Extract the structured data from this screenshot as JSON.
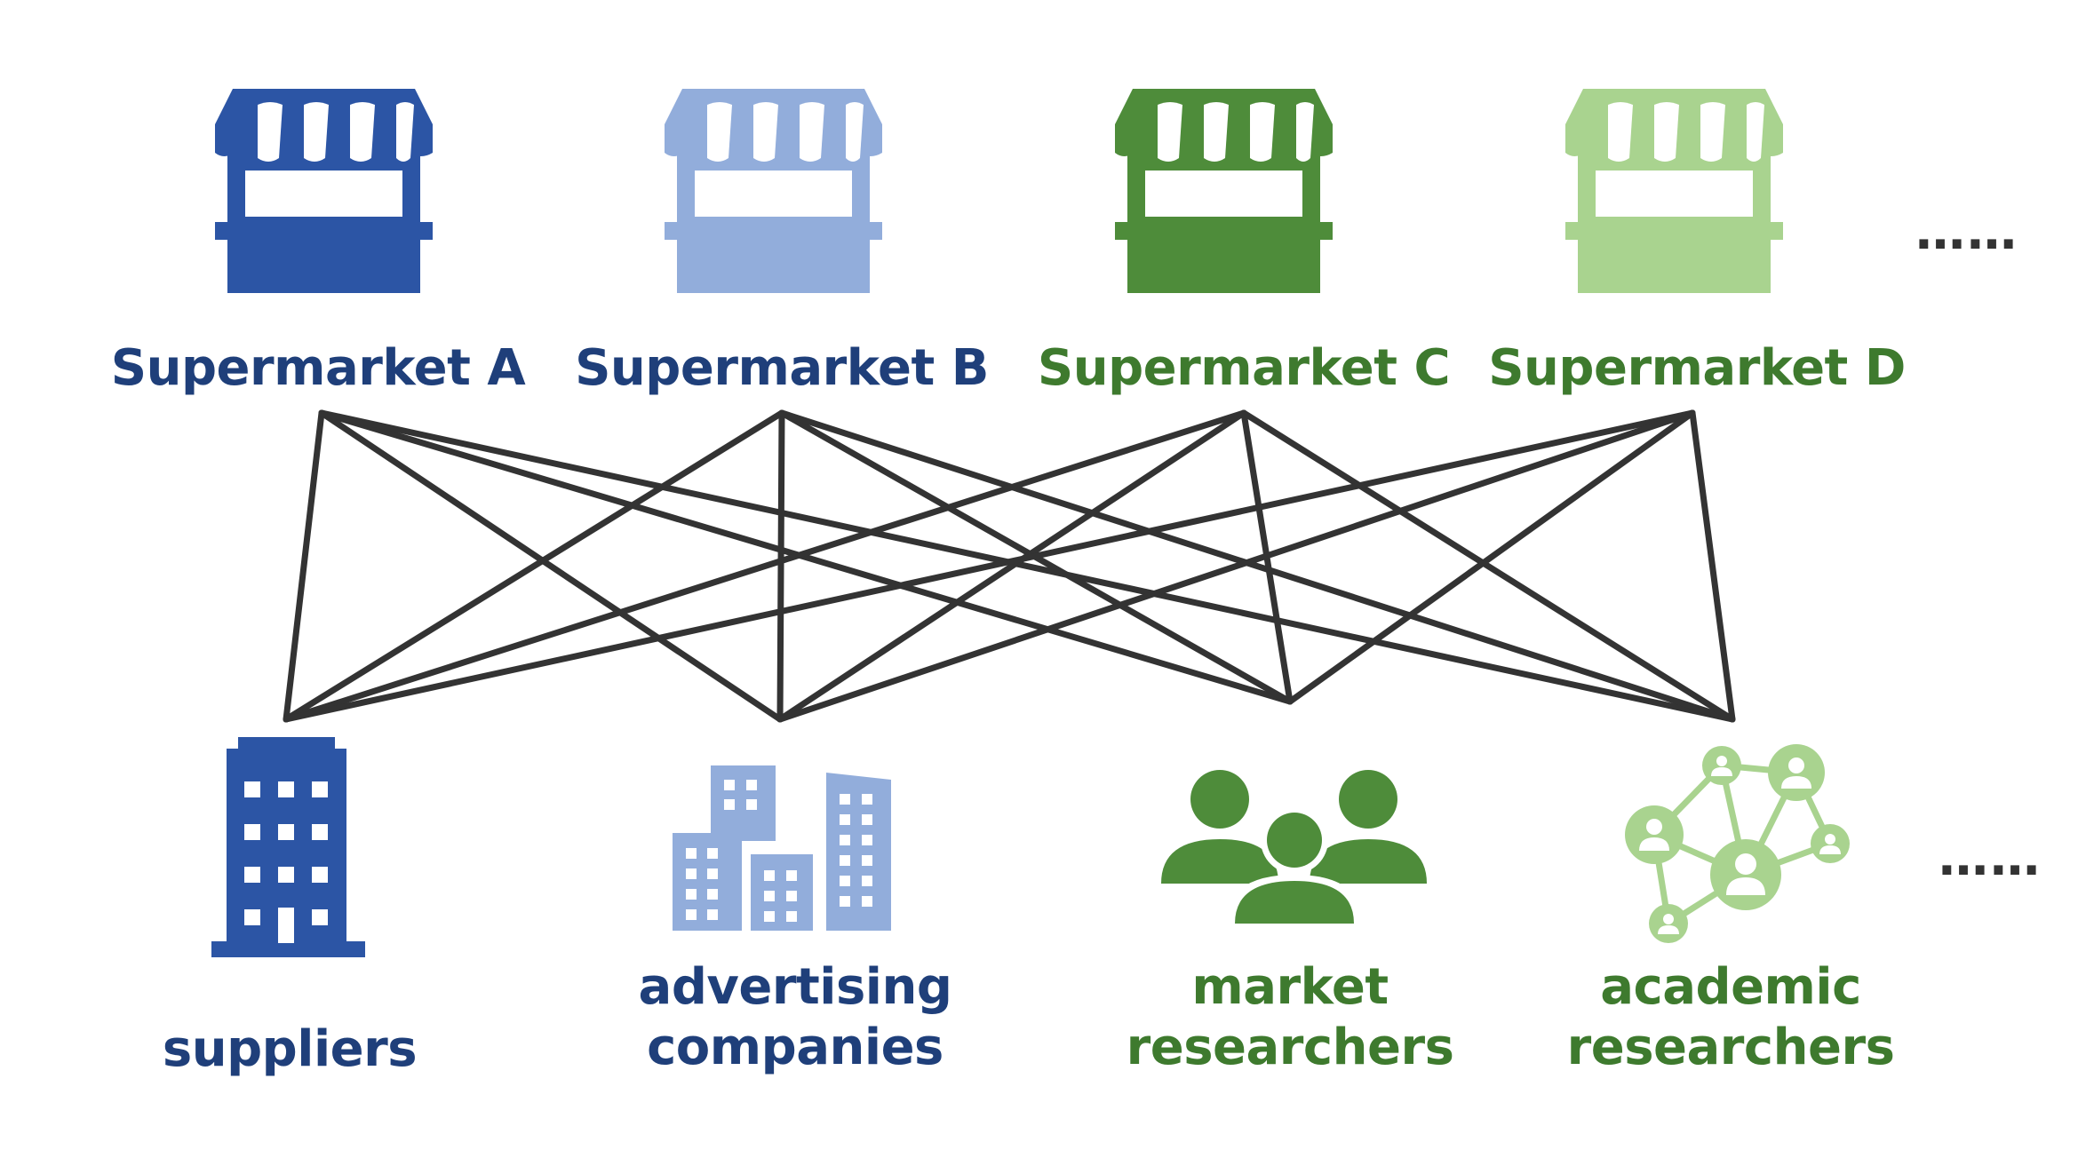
{
  "colors": {
    "blue_dark": "#2C55A5",
    "blue_light": "#92ADDB",
    "green_dark": "#4E8C3A",
    "green_light": "#A9D38F",
    "label_blue": "#1F3F7A",
    "label_green": "#3E7A2E",
    "line": "#333333"
  },
  "supermarkets": [
    {
      "label": "Supermarket A",
      "color": "#2C55A5",
      "label_color": "#1F3F7A",
      "icon": "storefront-icon"
    },
    {
      "label": "Supermarket B",
      "color": "#92ADDB",
      "label_color": "#1F3F7A",
      "icon": "storefront-icon"
    },
    {
      "label": "Supermarket C",
      "color": "#4E8C3A",
      "label_color": "#3E7A2E",
      "icon": "storefront-icon"
    },
    {
      "label": "Supermarket D",
      "color": "#A9D38F",
      "label_color": "#3E7A2E",
      "icon": "storefront-icon"
    }
  ],
  "consumers": [
    {
      "lines": [
        "suppliers"
      ],
      "color": "#2C55A5",
      "label_color": "#1F3F7A",
      "icon": "office-building-icon"
    },
    {
      "lines": [
        "advertising",
        "companies"
      ],
      "color": "#92ADDB",
      "label_color": "#1F3F7A",
      "icon": "city-buildings-icon"
    },
    {
      "lines": [
        "market",
        "researchers"
      ],
      "color": "#4E8C3A",
      "label_color": "#3E7A2E",
      "icon": "people-group-icon"
    },
    {
      "lines": [
        "academic",
        "researchers"
      ],
      "color": "#A9D38F",
      "label_color": "#3E7A2E",
      "icon": "network-people-icon"
    }
  ],
  "top_ellipsis": "……",
  "bottom_ellipsis": "……"
}
